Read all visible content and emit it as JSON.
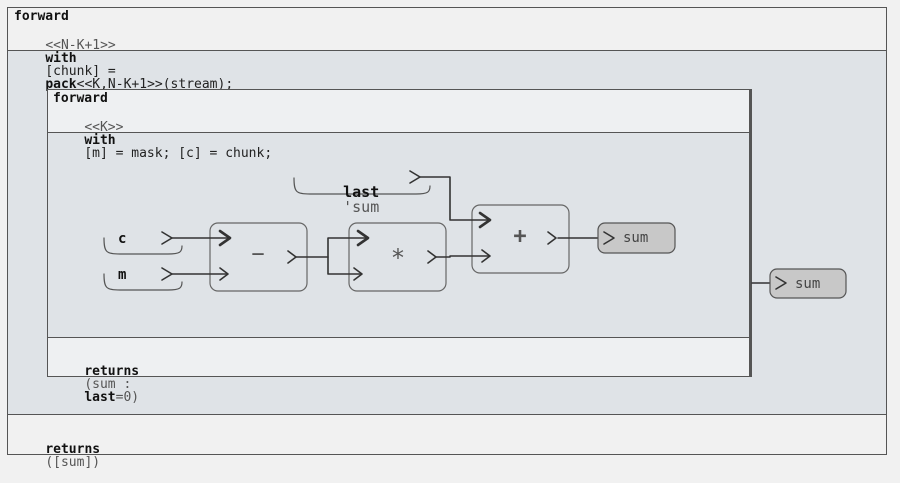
{
  "outer": {
    "keyword": "forward",
    "sig_params": "<<N-K+1>>",
    "sig_with": "with",
    "sig_chunk": "[chunk] =",
    "sig_pack": "pack",
    "sig_rest": "<<K,N-K+1>>(stream);",
    "returns_keyword": "returns",
    "returns_value": "([sum])",
    "output_port": "sum"
  },
  "inner": {
    "keyword": "forward",
    "sig_params": "<<K>>",
    "sig_with": "with",
    "sig_rest": "[m] = mask; [c] = chunk;",
    "returns_keyword": "returns",
    "returns_open": "(sum :",
    "returns_last": "last",
    "returns_close": "=0)",
    "inputs": {
      "c": "c",
      "m": "m",
      "last_keyword": "last",
      "last_name": "'sum"
    },
    "ops": {
      "minus": "−",
      "times": "*",
      "plus": "+"
    },
    "output_port": "sum"
  },
  "colors": {
    "background": "#f1f1f1",
    "body_fill": "#dfe3e7",
    "border": "#555555",
    "port_fill": "#c8c8c8"
  }
}
